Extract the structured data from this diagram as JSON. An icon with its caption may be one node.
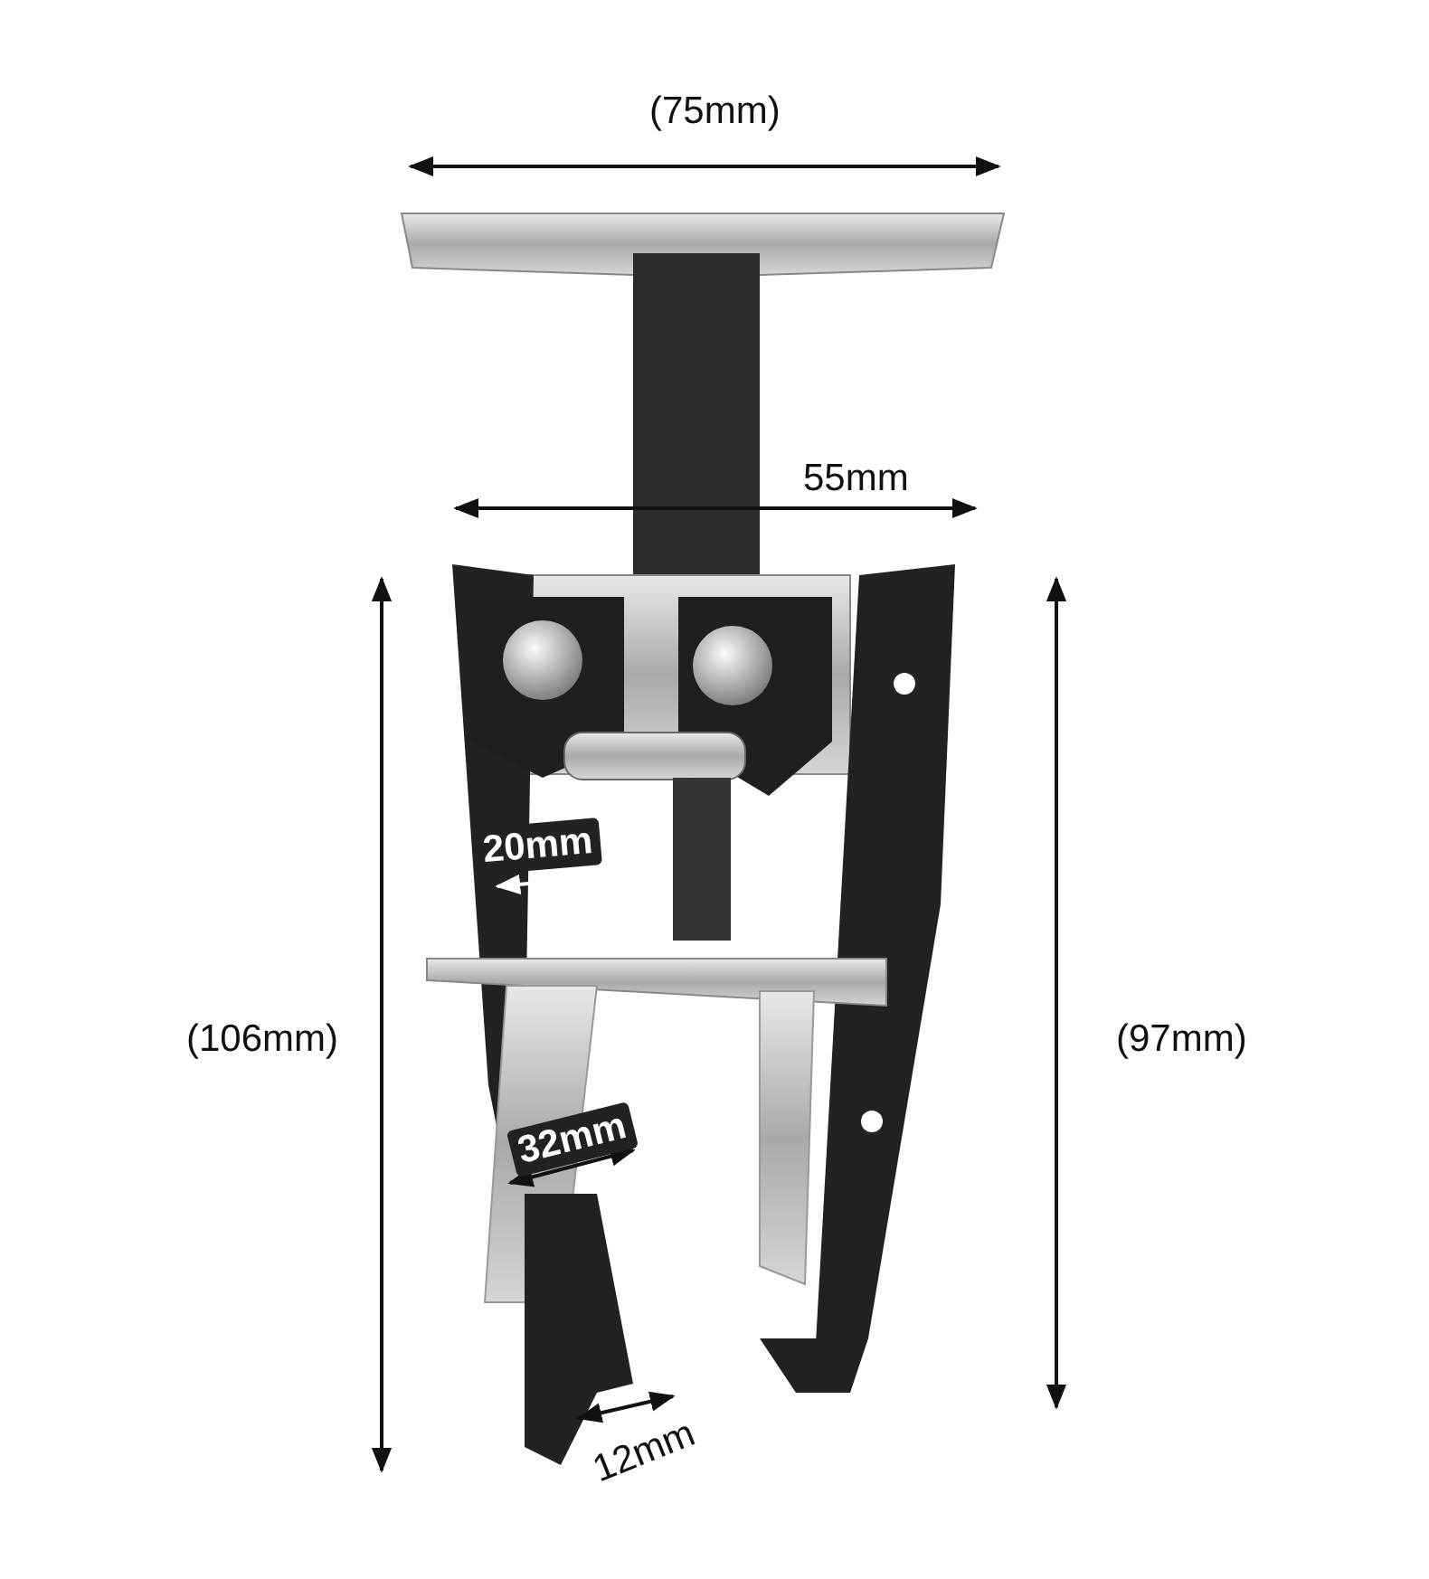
{
  "diagram": {
    "labels": [
      "(75mm)",
      "55mm",
      "(106mm)",
      "(97mm)",
      "20mm",
      "32mm",
      "12mm"
    ]
  }
}
